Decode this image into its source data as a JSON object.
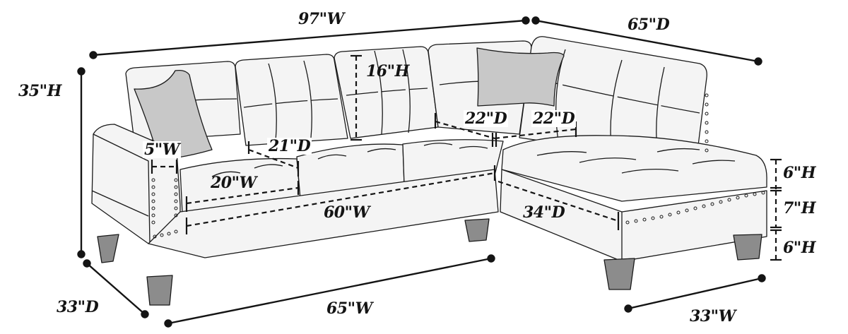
{
  "diagram": {
    "subject": "L-shaped sectional sofa with chaise — dimension drawing",
    "colors": {
      "line": "#1a1a1a",
      "upholstery": "#f4f4f4",
      "pillow": "#c8c8c8",
      "legs": "#8c8c8c",
      "background": "#ffffff"
    },
    "dimensions": {
      "overall_width": "97\"W",
      "overall_depth": "65\"D",
      "overall_height": "35\"H",
      "back_height": "16\"H",
      "arm_width": "5\"W",
      "seat_depth_left": "21\"D",
      "seat_width": "20\"W",
      "seat_depth_corner_left": "22\"D",
      "seat_depth_corner_right": "22\"D",
      "seating_width": "60\"W",
      "chaise_depth": "34\"D",
      "cushion_height": "6\"H",
      "base_height": "7\"H",
      "leg_height": "6\"H",
      "sofa_depth": "33\"D",
      "sofa_width": "65\"W",
      "chaise_width": "33\"W"
    }
  }
}
